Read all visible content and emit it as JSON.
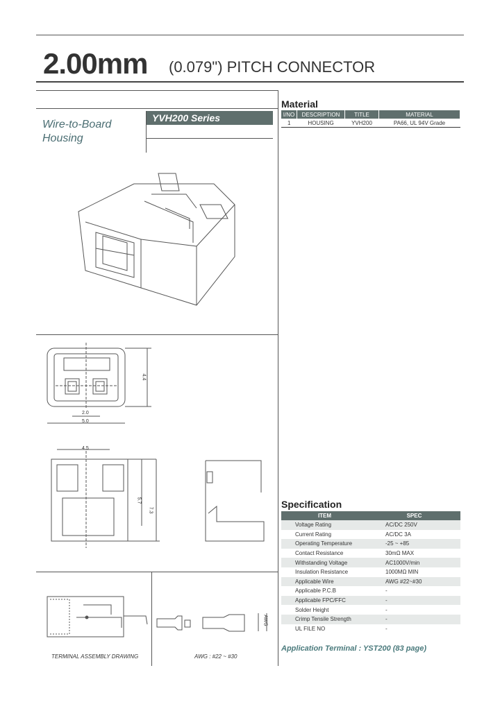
{
  "header": {
    "size": "2.00mm",
    "rest": "(0.079\") PITCH CONNECTOR"
  },
  "product": {
    "category_line1": "Wire-to-Board",
    "category_line2": "Housing",
    "series": "YVH200 Series"
  },
  "material": {
    "heading": "Material",
    "columns": [
      "I/NO",
      "DESCRIPTION",
      "TITLE",
      "MATERIAL"
    ],
    "rows": [
      [
        "1",
        "HOUSING",
        "YVH200",
        "PA66, UL 94V Grade"
      ]
    ]
  },
  "specification": {
    "heading": "Specification",
    "columns": [
      "ITEM",
      "SPEC"
    ],
    "rows": [
      [
        "Voltage Rating",
        "AC/DC 250V"
      ],
      [
        "Current Rating",
        "AC/DC 3A"
      ],
      [
        "Operating Temperature",
        "-25 ~ +85"
      ],
      [
        "Contact Resistance",
        "30mΩ MAX"
      ],
      [
        "Withstanding Voltage",
        "AC1000V/min"
      ],
      [
        "Insulation Resistance",
        "1000MΩ MIN"
      ],
      [
        "Applicable Wire",
        "AWG #22~#30"
      ],
      [
        "Applicable P.C.B",
        "-"
      ],
      [
        "Applicable FPC/FFC",
        "-"
      ],
      [
        "Solder Height",
        "-"
      ],
      [
        "Crimp Tensile Strength",
        "-"
      ],
      [
        "UL FILE NO",
        "-"
      ]
    ]
  },
  "application_terminal": "Application Terminal : YST200 (83 page)",
  "drawings": {
    "dim_width": "5.0",
    "dim_pitch": "2.0",
    "dim_height": "4.4",
    "dim_side_width": "4.5",
    "dim_side_h1": "5.7",
    "dim_side_h2": "7.3",
    "caption_assembly": "TERMINAL ASSEMBLY DRAWING",
    "caption_awg": "AWG : #22 ~ #30",
    "awg_label": "AWG"
  }
}
